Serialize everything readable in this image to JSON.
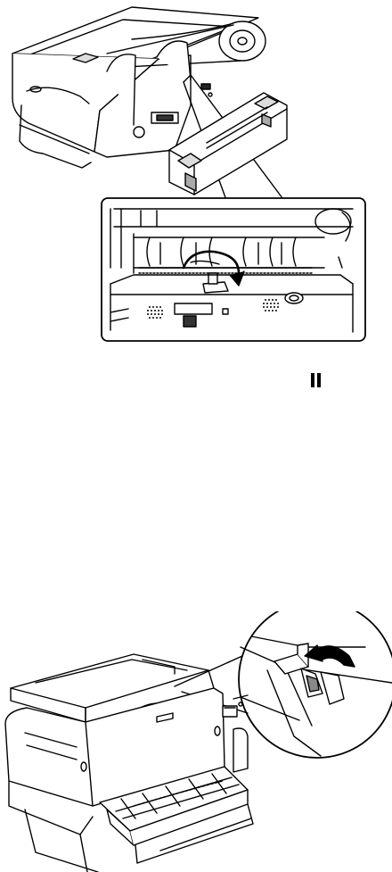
{
  "document": {
    "figures": [
      {
        "id": "top",
        "icon": "printer-rear-view-with-zoom-inset"
      },
      {
        "id": "bottom",
        "icon": "printer-front-view-with-lever-zoom-inset"
      }
    ],
    "pause_button_icon": "pause-icon"
  }
}
